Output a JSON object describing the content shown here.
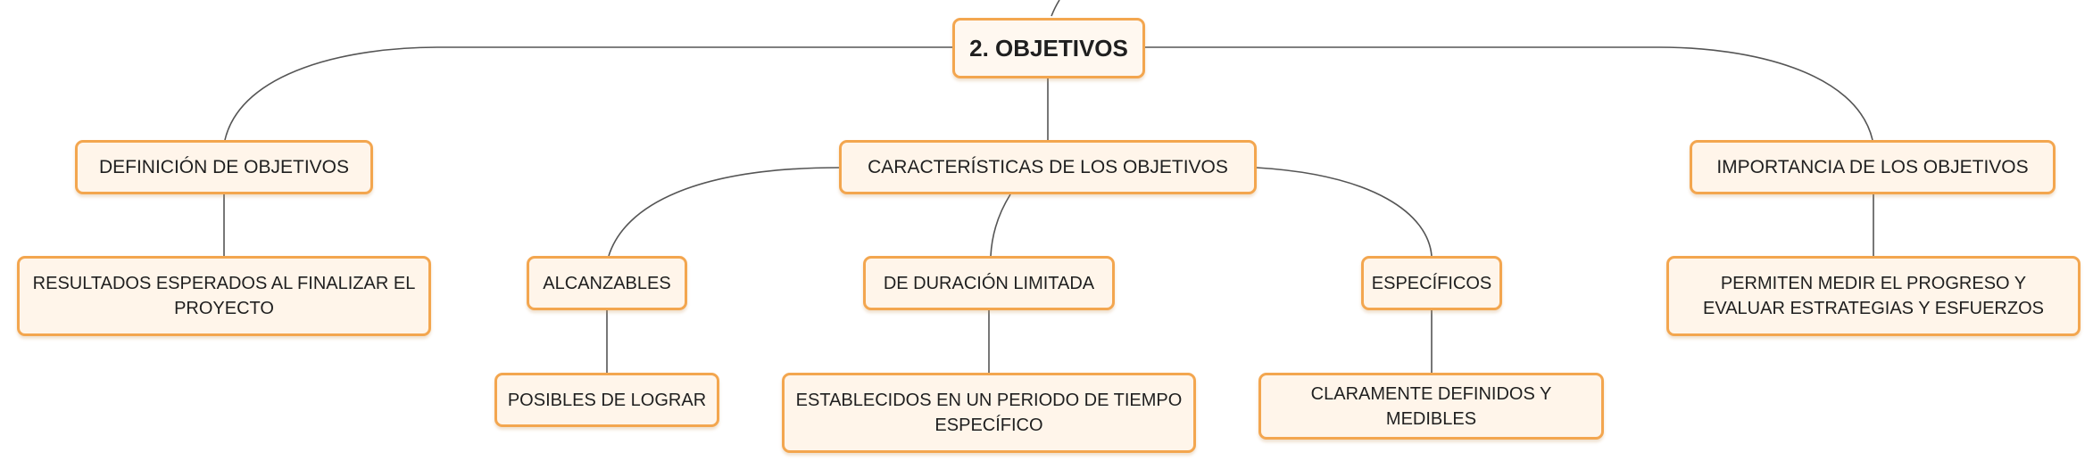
{
  "diagram": {
    "root": {
      "label": "2. OBJETIVOS"
    },
    "branches": [
      {
        "label": "DEFINICIÓN DE OBJETIVOS",
        "children": [
          {
            "label": "RESULTADOS ESPERADOS AL FINALIZAR EL PROYECTO"
          }
        ]
      },
      {
        "label": "CARACTERÍSTICAS DE LOS OBJETIVOS",
        "children": [
          {
            "label": "ALCANZABLES",
            "children": [
              {
                "label": "POSIBLES DE LOGRAR"
              }
            ]
          },
          {
            "label": "DE DURACIÓN LIMITADA",
            "children": [
              {
                "label": "ESTABLECIDOS EN UN PERIODO DE TIEMPO ESPECÍFICO"
              }
            ]
          },
          {
            "label": "ESPECÍFICOS",
            "children": [
              {
                "label": "CLARAMENTE DEFINIDOS Y MEDIBLES"
              }
            ]
          }
        ]
      },
      {
        "label": "IMPORTANCIA DE LOS OBJETIVOS",
        "children": [
          {
            "label": "PERMITEN MEDIR EL PROGRESO Y EVALUAR ESTRATEGIAS Y ESFUERZOS"
          }
        ]
      }
    ],
    "colors": {
      "node_fill": "#fff5ea",
      "node_border": "#f3a64f",
      "connector": "#555555"
    }
  }
}
